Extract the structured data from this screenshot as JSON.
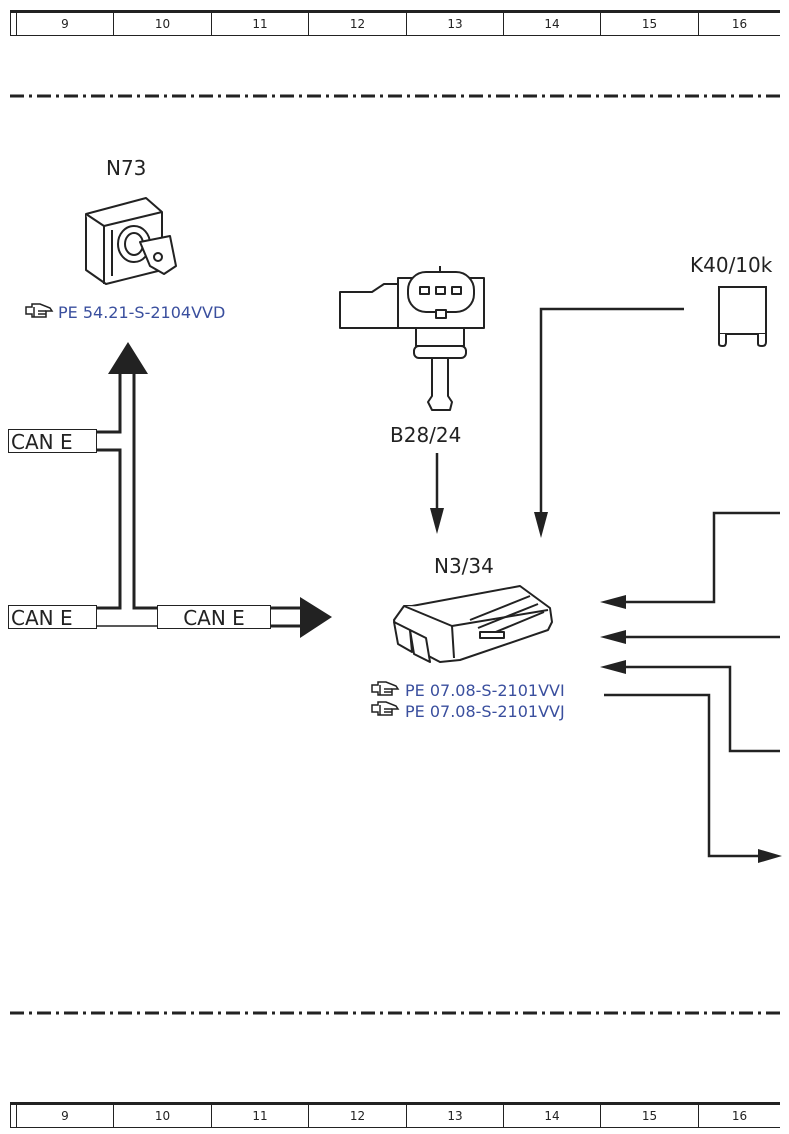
{
  "ruler": {
    "cells": [
      "9",
      "10",
      "11",
      "12",
      "13",
      "14",
      "15",
      "16"
    ]
  },
  "components": {
    "n73": {
      "id": "N73",
      "ref": "PE 54.21-S-2104VVD"
    },
    "b28": {
      "id": "B28/24"
    },
    "k40": {
      "id": "K40/10k"
    },
    "n3": {
      "id": "N3/34",
      "refs": [
        "PE 07.08-S-2101VVI",
        "PE 07.08-S-2101VVJ"
      ]
    }
  },
  "can": {
    "left_top": "CAN E",
    "left_bottom": "CAN E",
    "middle": "CAN E"
  },
  "colors": {
    "line": "#222222",
    "reference": "#3a4f9e"
  }
}
